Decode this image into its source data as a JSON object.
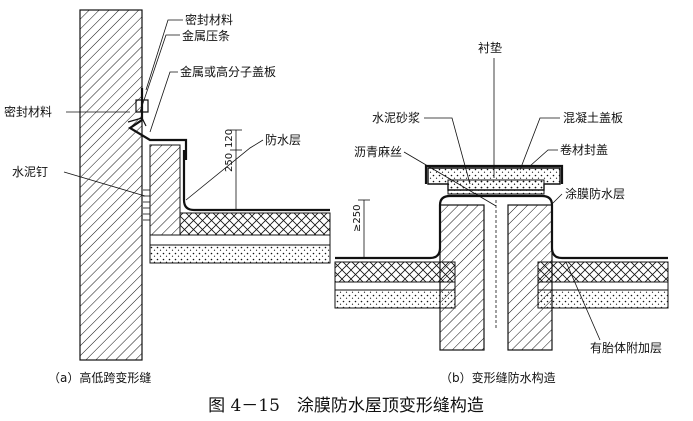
{
  "figure_caption": "图 4－15　涂膜防水屋顶变形缝构造",
  "panel_a": {
    "caption": "（a）高低跨变形缝",
    "labels": {
      "sealant_top": "密封材料",
      "metal_strip": "金属压条",
      "cover_plate": "金属或高分子盖板",
      "sealant_left": "密封材料",
      "waterproof_layer": "防水层",
      "cement_nail": "水泥钉"
    },
    "dims": {
      "upturn": "250",
      "overlap": "120"
    }
  },
  "panel_b": {
    "caption": "（b）变形缝防水构造",
    "labels": {
      "liner": "衬垫",
      "cement_mortar": "水泥砂浆",
      "concrete_cover": "混凝土盖板",
      "bitumen_hemp": "沥青麻丝",
      "membrane_cap": "卷材封盖",
      "coating_layer": "涂膜防水层",
      "reinforced_layer": "有胎体附加层"
    },
    "dims": {
      "upturn": "≥250"
    }
  }
}
